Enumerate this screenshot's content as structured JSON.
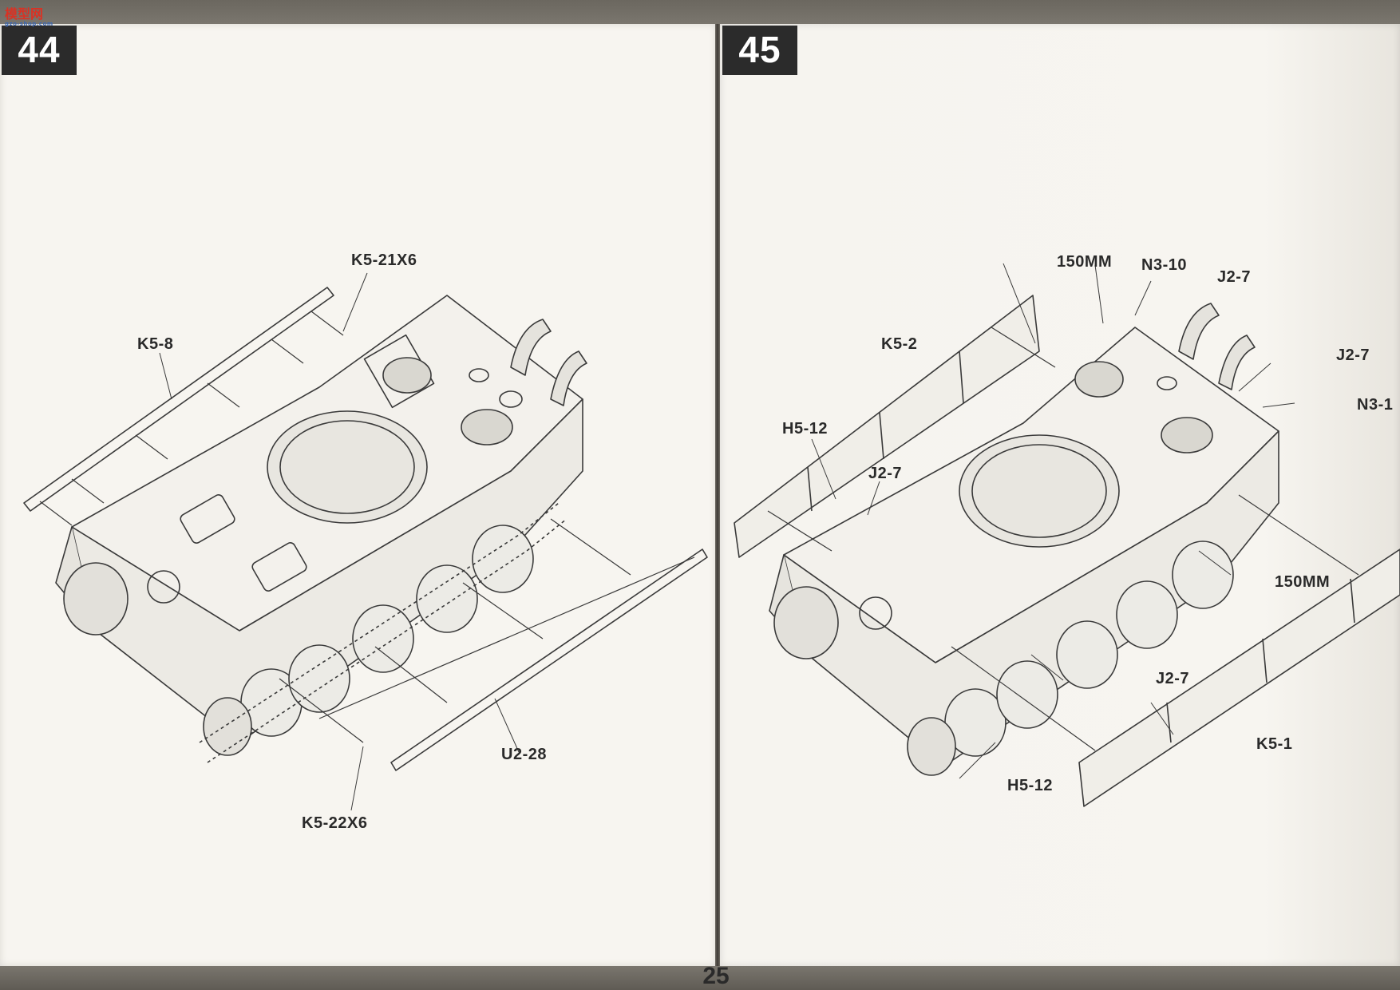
{
  "watermark": {
    "logo_text": "模型网",
    "sub_text": "gzo-shop.com"
  },
  "page_number": "25",
  "steps": [
    {
      "number": "44",
      "labels": [
        "K5-21X6",
        "K5-8",
        "U2-28",
        "K5-22X6"
      ]
    },
    {
      "number": "45",
      "labels": [
        "150MM",
        "N3-10",
        "J2-7",
        "K5-2",
        "J2-7",
        "N3-1",
        "H5-12",
        "J2-7",
        "150MM",
        "J2-7",
        "K5-1",
        "H5-12"
      ]
    }
  ]
}
